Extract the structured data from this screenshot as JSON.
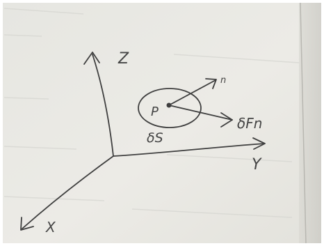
{
  "diagram": {
    "axes": {
      "z_label": "Z",
      "y_label": "Y",
      "x_label": "X"
    },
    "point_label": "P",
    "normal_label": "n",
    "force_label": "δFn",
    "area_label": "δS",
    "colors": {
      "paper": "#e9e8e3",
      "ink": "#3f3f3f",
      "frame": "#9a9a96"
    }
  }
}
